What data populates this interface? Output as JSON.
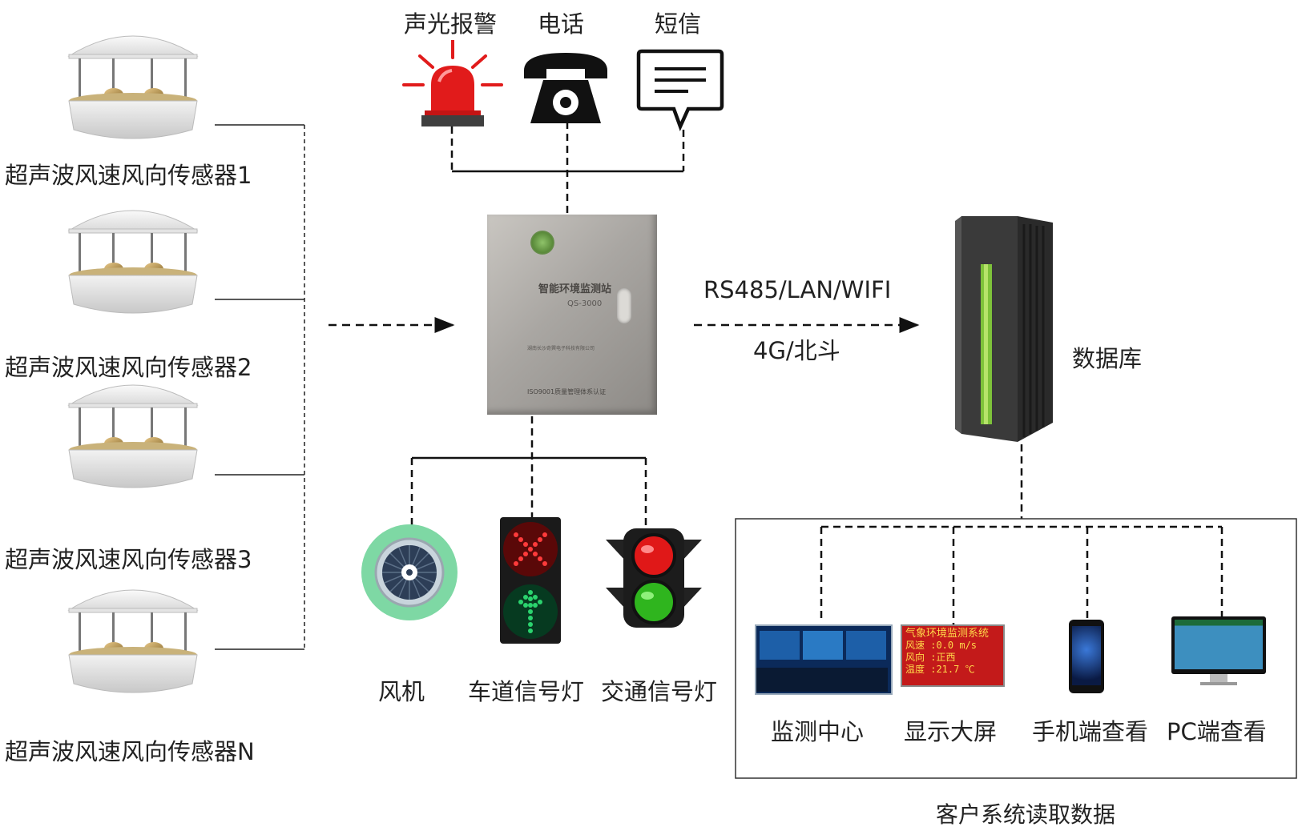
{
  "sensors": [
    {
      "label": "超声波风速风向传感器1"
    },
    {
      "label": "超声波风速风向传感器2"
    },
    {
      "label": "超声波风速风向传感器3"
    },
    {
      "label": "超声波风速风向传感器N"
    }
  ],
  "alerts": {
    "alarm": "声光报警",
    "phone": "电话",
    "sms": "短信"
  },
  "controller": {
    "panel_title": "智能环境监测站",
    "model": "QS-3000",
    "maker_line": "湖南长沙奇巽电子科技有限公司",
    "iso_line": "ISO9001质量管理体系认证"
  },
  "link": {
    "top": "RS485/LAN/WIFI",
    "bottom": "4G/北斗"
  },
  "database": {
    "label": "数据库"
  },
  "outputs": {
    "fan": "风机",
    "lane_signal": "车道信号灯",
    "traffic_signal": "交通信号灯"
  },
  "clients": {
    "monitor_center": "监测中心",
    "big_screen": "显示大屏",
    "mobile": "手机端查看",
    "pc": "PC端查看",
    "caption": "客户系统读取数据"
  },
  "led_screen": {
    "title": "气象环境监测系统",
    "line1": "风速 :0.0  m/s",
    "line2": "风向 :正西",
    "line3": "温度 :21.7 ℃"
  },
  "colors": {
    "alarm_red": "#e11b1b",
    "green_light": "#2bd36e",
    "red_light": "#e01818",
    "db_green": "#7ec23a"
  }
}
